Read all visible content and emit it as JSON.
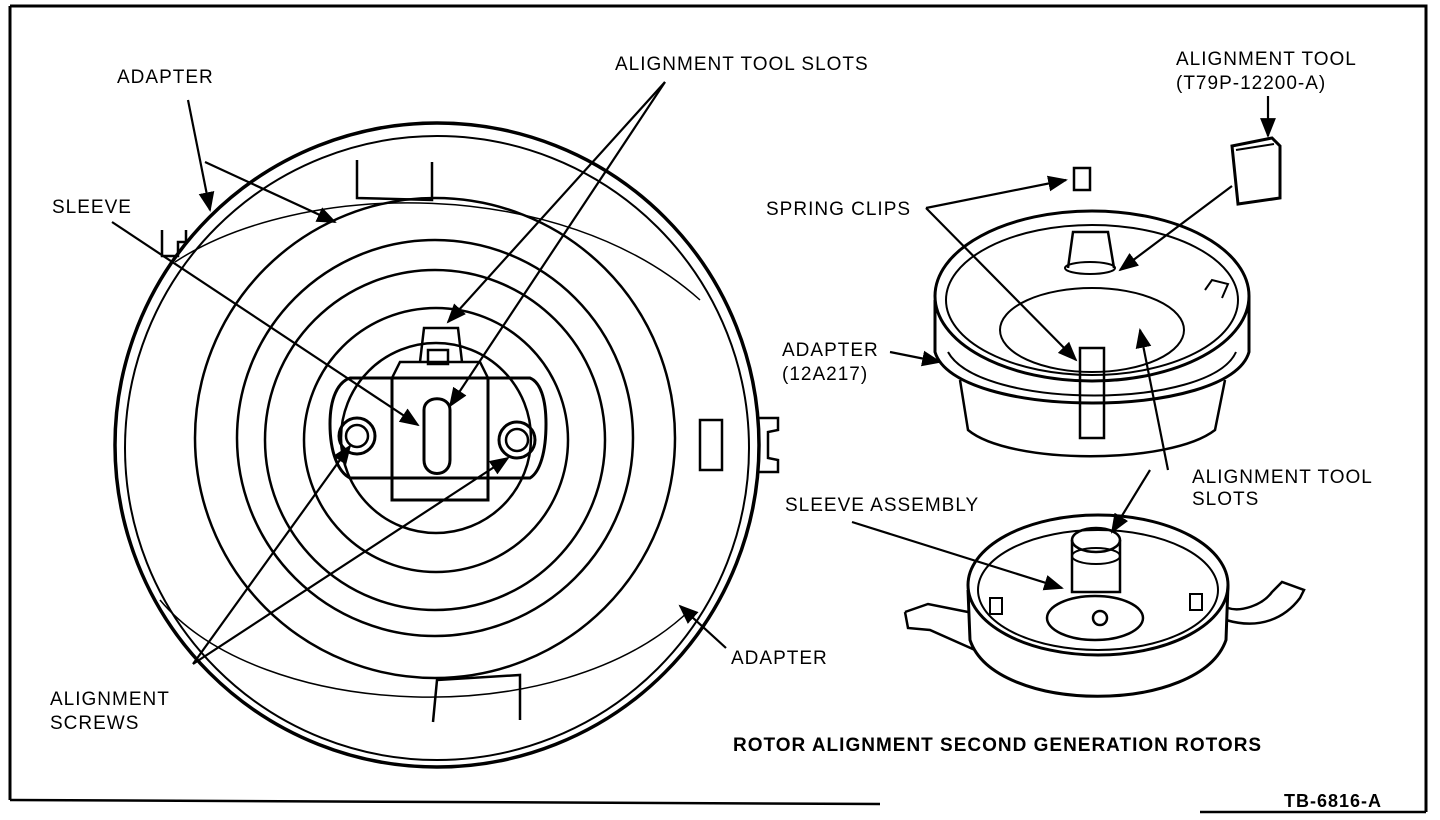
{
  "diagram": {
    "labels": {
      "adapter_top": "ADAPTER",
      "alignment_tool_slots_top": "ALIGNMENT TOOL SLOTS",
      "alignment_tool_line1": "ALIGNMENT TOOL",
      "alignment_tool_line2": "(T79P-12200-A)",
      "sleeve": "SLEEVE",
      "spring_clips": "SPRING CLIPS",
      "adapter_part_line1": "ADAPTER",
      "adapter_part_line2": "(12A217)",
      "alignment_tool_slots_right_line1": "ALIGNMENT TOOL",
      "alignment_tool_slots_right_line2": "SLOTS",
      "sleeve_assembly": "SLEEVE ASSEMBLY",
      "adapter_bottom": "ADAPTER",
      "alignment_screws_line1": "ALIGNMENT",
      "alignment_screws_line2": "SCREWS"
    },
    "caption": "ROTOR ALIGNMENT SECOND GENERATION ROTORS",
    "figure_id": "TB-6816-A"
  }
}
